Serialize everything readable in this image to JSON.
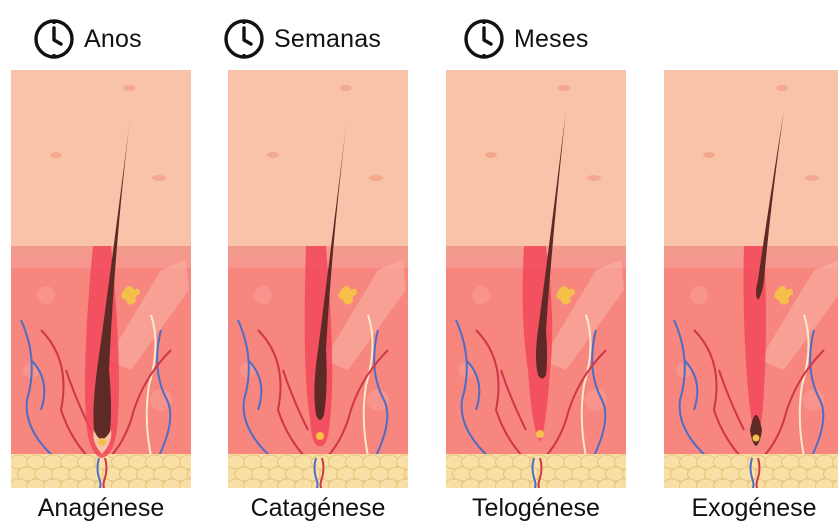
{
  "durations": [
    {
      "label": "Anos",
      "icon": "clock-icon"
    },
    {
      "label": "Semanas",
      "icon": "clock-icon"
    },
    {
      "label": "Meses",
      "icon": "clock-icon"
    }
  ],
  "phases": [
    {
      "label": "Anagénese"
    },
    {
      "label": "Catagénese"
    },
    {
      "label": "Telogénese"
    },
    {
      "label": "Exogénese"
    }
  ],
  "colors": {
    "epidermis": "#f8c3a8",
    "dermis": "#f7867f",
    "fat": "#f8dfa5",
    "hair": "#5e2a25",
    "follicle": "#f2485a",
    "vein": "#4d6dc6",
    "artery": "#d03548",
    "gland": "#f5c04a"
  }
}
